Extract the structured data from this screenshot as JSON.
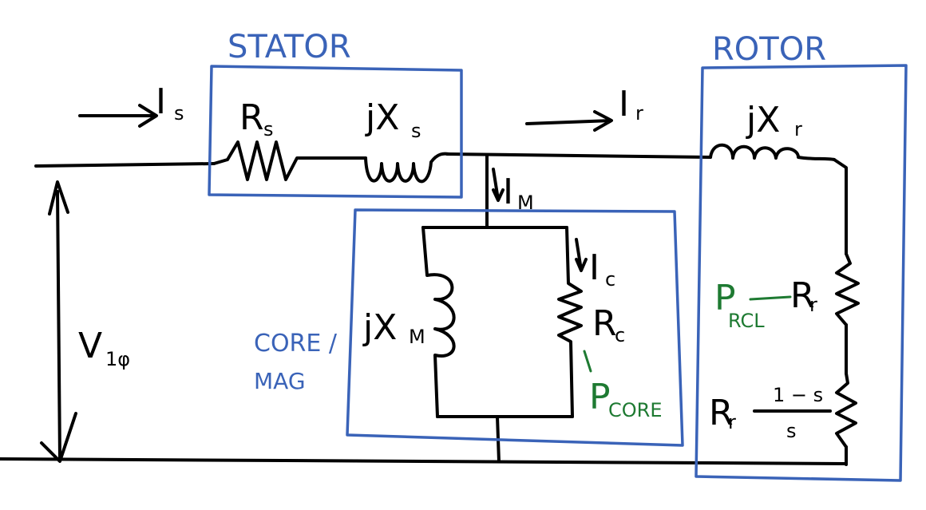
{
  "blocks": {
    "stator": "STATOR",
    "rotor": "ROTOR",
    "core_line1": "CORE /",
    "core_line2": "MAG"
  },
  "currents": {
    "is_main": "I",
    "is_sub": "s",
    "ir_main": "I",
    "ir_sub": "r",
    "im_main": "I",
    "im_sub": "M",
    "ic_main": "I",
    "ic_sub": "c"
  },
  "components": {
    "rs_main": "R",
    "rs_sub": "s",
    "xs_main": "jX",
    "xs_sub": "s",
    "xm_main": "jX",
    "xm_sub": "M",
    "rc_main": "R",
    "rc_sub": "c",
    "xr_main": "jX",
    "xr_sub": "r",
    "rr_main": "R",
    "rr_sub": "r",
    "rload_main": "R",
    "rload_sub": "r",
    "rload_num": "1 − s",
    "rload_den": "s"
  },
  "voltage": {
    "main": "V",
    "sub": "1φ"
  },
  "losses": {
    "core_main": "P",
    "core_sub": "CORE",
    "rcl_main": "P",
    "rcl_sub": "RCL"
  },
  "colors": {
    "ink": "#000000",
    "blocks": "#3a63b8",
    "losses": "#1e7a32"
  }
}
